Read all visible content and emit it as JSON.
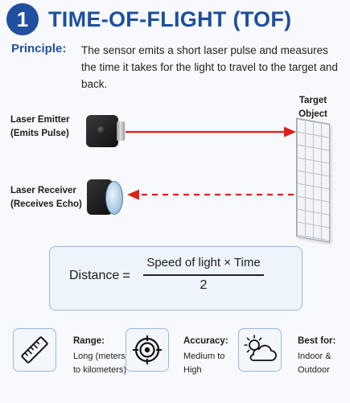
{
  "header": {
    "number": "1",
    "title": "TIME-OF-FLIGHT (TOF)"
  },
  "principle": {
    "label": "Principle:",
    "text": "The sensor emits a short laser pulse and measures the time it takes for the light to travel to the target and back."
  },
  "diagram": {
    "emitter_label_line1": "Laser Emitter",
    "emitter_label_line2": "(Emits Pulse)",
    "receiver_label_line1": "Laser Receiver",
    "receiver_label_line2": "(Receives Echo)",
    "target_label_line1": "Target",
    "target_label_line2": "Object",
    "beam_color": "#e0201b"
  },
  "formula": {
    "left": "Distance",
    "equals": "=",
    "numerator": "Speed of light × Time",
    "denominator": "2"
  },
  "info": [
    {
      "icon": "ruler-icon",
      "title": "Range:",
      "value": "Long (meters to kilometers)"
    },
    {
      "icon": "target-icon",
      "title": "Accuracy:",
      "value": "Medium to High"
    },
    {
      "icon": "sun-cloud-icon",
      "title": "Best for:",
      "value": "Indoor & Outdoor"
    }
  ],
  "colors": {
    "accent": "#1f4f9e",
    "beam": "#e0201b",
    "card_border": "#9ab8dc"
  }
}
